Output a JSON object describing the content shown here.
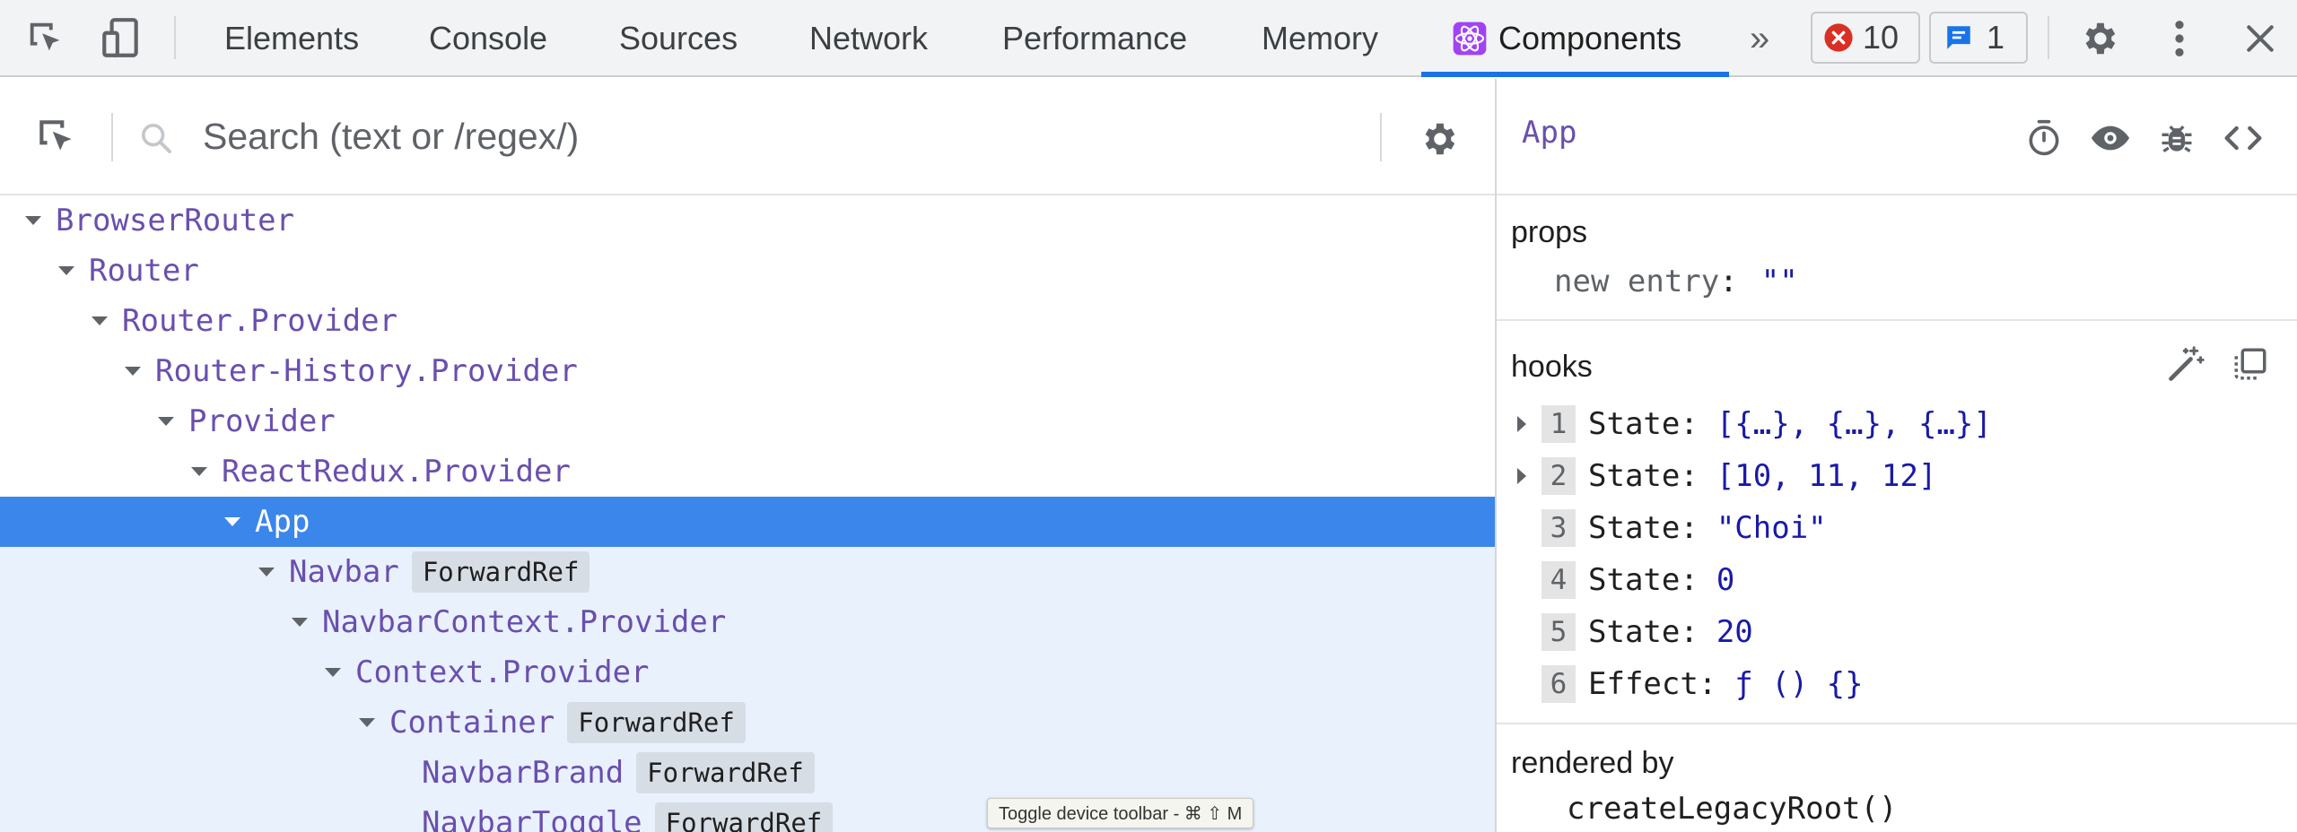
{
  "topbar": {
    "tabs": [
      {
        "label": "Elements"
      },
      {
        "label": "Console"
      },
      {
        "label": "Sources"
      },
      {
        "label": "Network"
      },
      {
        "label": "Performance"
      },
      {
        "label": "Memory"
      },
      {
        "label": "Components"
      }
    ],
    "active_tab": "Components",
    "more_tabs": "»",
    "errors_count": "10",
    "messages_count": "1",
    "colors": {
      "accent": "#1a73e8",
      "error": "#d93025",
      "message": "#1a73e8",
      "react": "#a142f4"
    }
  },
  "search": {
    "placeholder": "Search (text or /regex/)",
    "value": ""
  },
  "tree": {
    "rows": [
      {
        "label": "BrowserRouter",
        "badge": ""
      },
      {
        "label": "Router",
        "badge": ""
      },
      {
        "label": "Router.Provider",
        "badge": ""
      },
      {
        "label": "Router-History.Provider",
        "badge": ""
      },
      {
        "label": "Provider",
        "badge": ""
      },
      {
        "label": "ReactRedux.Provider",
        "badge": ""
      },
      {
        "label": "App",
        "badge": ""
      },
      {
        "label": "Navbar",
        "badge": "ForwardRef"
      },
      {
        "label": "NavbarContext.Provider",
        "badge": ""
      },
      {
        "label": "Context.Provider",
        "badge": ""
      },
      {
        "label": "Container",
        "badge": "ForwardRef"
      },
      {
        "label": "NavbarBrand",
        "badge": "ForwardRef"
      },
      {
        "label": "NavbarToggle",
        "badge": "ForwardRef"
      }
    ],
    "selected": "App",
    "selection_color": "#3b86ea"
  },
  "tooltip": "Toggle device toolbar - ⌘ ⇧ M",
  "inspector": {
    "component_name": "App",
    "props_title": "props",
    "props": [
      {
        "key": "new entry",
        "value": "\"\""
      }
    ],
    "hooks_title": "hooks",
    "hooks": [
      {
        "index": "1",
        "name": "State:",
        "value": "[{…}, {…}, {…}]",
        "expandable": true
      },
      {
        "index": "2",
        "name": "State:",
        "value": "[10, 11, 12]",
        "expandable": true
      },
      {
        "index": "3",
        "name": "State:",
        "value": "\"Choi\"",
        "expandable": false
      },
      {
        "index": "4",
        "name": "State:",
        "value": "0",
        "expandable": false
      },
      {
        "index": "5",
        "name": "State:",
        "value": "20",
        "expandable": false
      },
      {
        "index": "6",
        "name": "Effect:",
        "value": "ƒ () {}",
        "expandable": false
      }
    ],
    "rendered_by_title": "rendered by",
    "rendered_by": "createLegacyRoot()"
  }
}
